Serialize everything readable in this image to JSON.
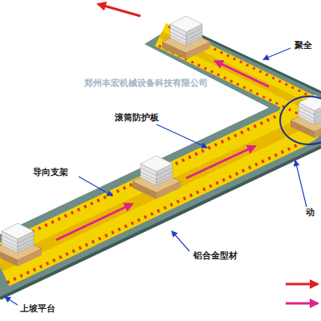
{
  "diagram": {
    "labels": [
      "聚全",
      "滚筒防护板",
      "导向支架",
      "铝合金型材",
      "上坡平台",
      "动",
      "郑州丰宏机械设备科技有限公司"
    ]
  }
}
